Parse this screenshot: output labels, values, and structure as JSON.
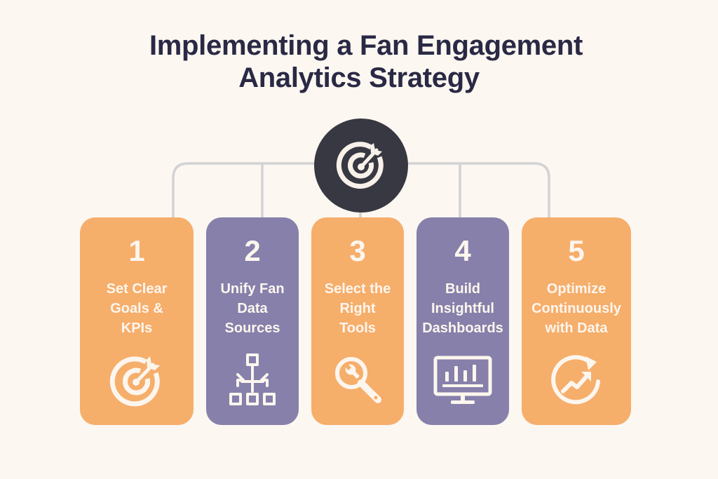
{
  "title": {
    "line1": "Implementing a Fan Engagement",
    "line2": "Analytics Strategy"
  },
  "hub": {
    "icon": "target-arrow-icon"
  },
  "colors": {
    "background": "#fcf7f1",
    "title": "#2a2945",
    "hub": "#383842",
    "orange": "#f6ae6b",
    "purple": "#8680ab",
    "connector": "#d3d2d4",
    "icon_fill": "#fdf6ee"
  },
  "steps": [
    {
      "number": "1",
      "label": "Set Clear\nGoals &\nKPIs",
      "color": "orange",
      "icon": "target-icon"
    },
    {
      "number": "2",
      "label": "Unify Fan\nData\nSources",
      "color": "purple",
      "icon": "data-merge-hierarchy-icon"
    },
    {
      "number": "3",
      "label": "Select the\nRight\nTools",
      "color": "orange",
      "icon": "wrench-magnifier-icon"
    },
    {
      "number": "4",
      "label": "Build\nInsightful\nDashboards",
      "color": "purple",
      "icon": "monitor-bar-chart-icon"
    },
    {
      "number": "5",
      "label": "Optimize\nContinuously\nwith Data",
      "color": "orange",
      "icon": "cycle-trend-up-icon"
    }
  ]
}
